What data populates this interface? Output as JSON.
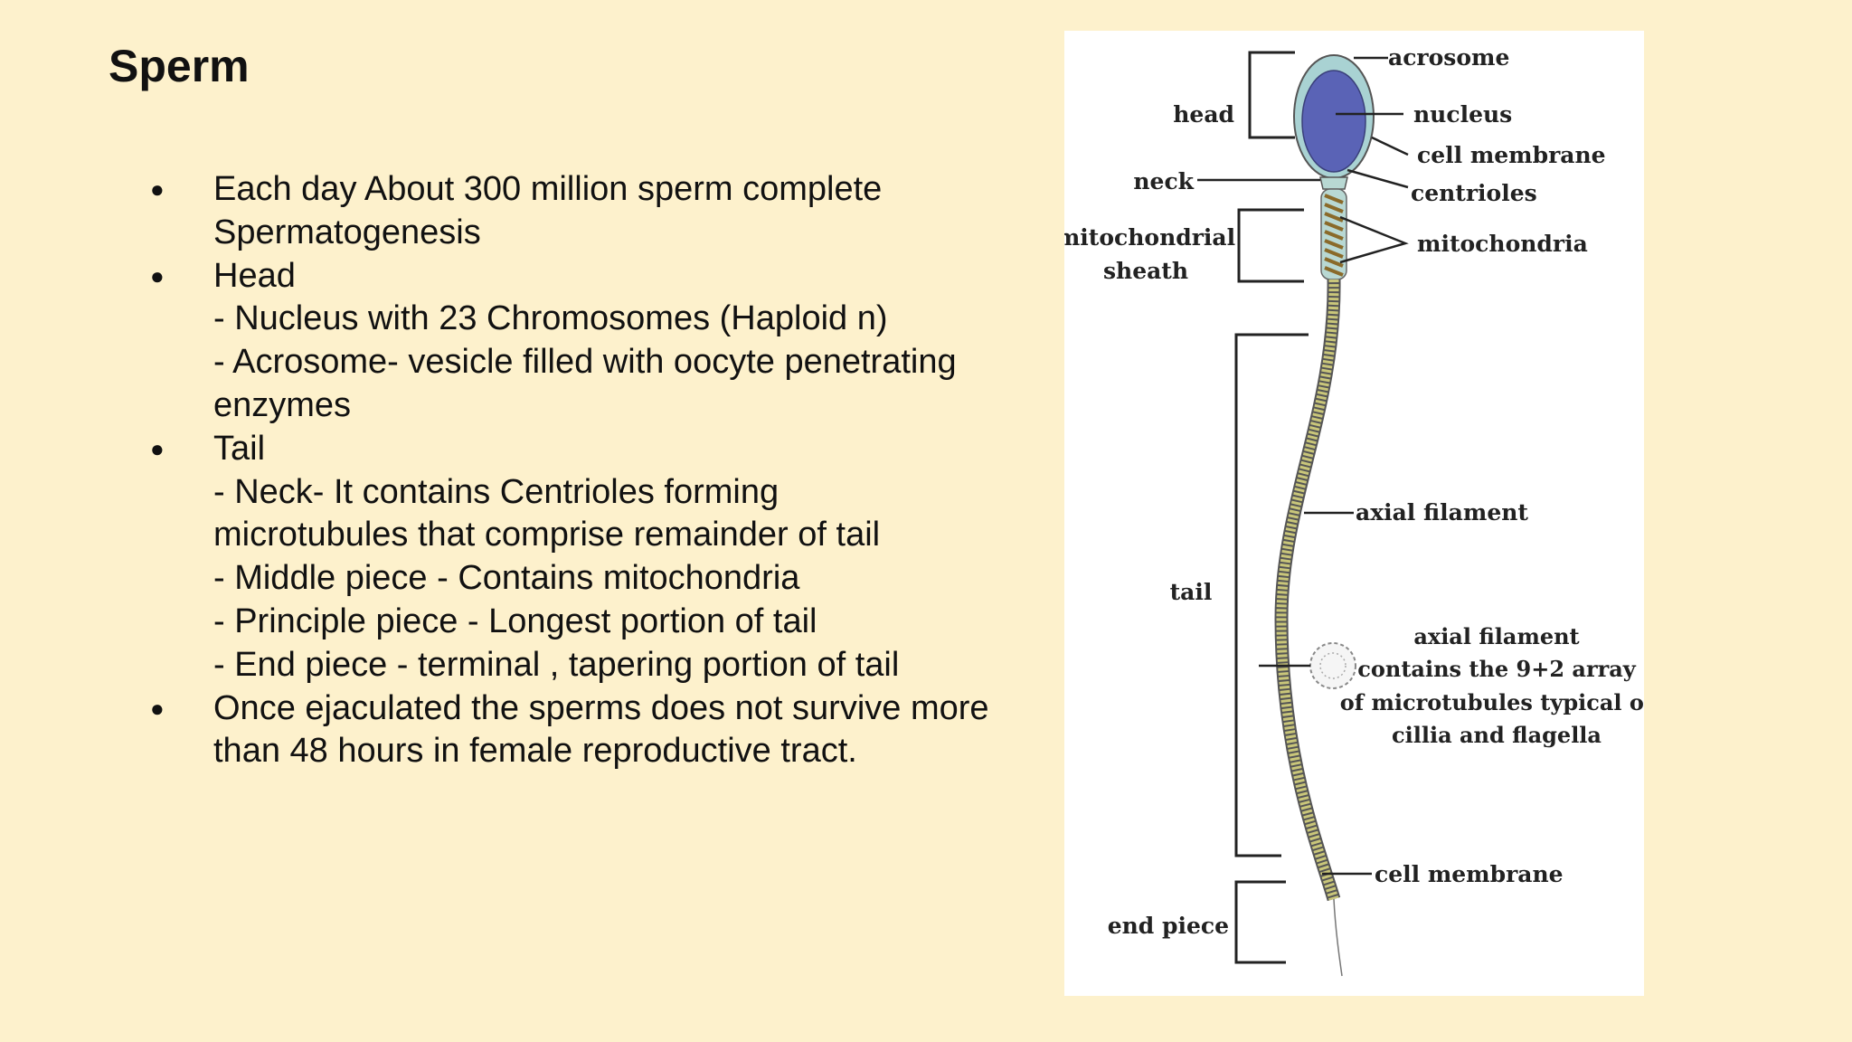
{
  "slide": {
    "title": "Sperm",
    "bullets": [
      {
        "lines": [
          "Each day About 300 million sperm complete",
          "Spermatogenesis"
        ]
      },
      {
        "lines": [
          "Head",
          "- Nucleus with 23 Chromosomes (Haploid n)",
          "- Acrosome- vesicle filled with oocyte penetrating",
          "enzymes"
        ]
      },
      {
        "lines": [
          "Tail",
          "- Neck- It contains Centrioles forming",
          "microtubules that comprise remainder of tail",
          "- Middle piece - Contains mitochondria",
          "- Principle piece - Longest portion of tail",
          "- End piece - terminal , tapering portion of tail"
        ]
      },
      {
        "lines": [
          "Once ejaculated the sperms does not survive more",
          "than 48 hours in female reproductive tract."
        ]
      }
    ]
  },
  "diagram": {
    "labels": {
      "acrosome": "acrosome",
      "head": "head",
      "nucleus": "nucleus",
      "cell_membrane_top": "cell membrane",
      "neck": "neck",
      "centrioles": "centrioles",
      "mitochondrial_1": "mitochondrial",
      "mitochondrial_2": "sheath",
      "mitochondria": "mitochondria",
      "axial_filament": "axial filament",
      "tail": "tail",
      "cross_1": "axial filament",
      "cross_2": "contains the 9+2 array",
      "cross_3": "of microtubules typical of",
      "cross_4": "cillia and flagella",
      "cell_membrane_bottom": "cell membrane",
      "end_piece": "end piece"
    },
    "colors": {
      "nucleus": "#5a63b6",
      "head_outline": "#9ec8c8",
      "mitochondria": "#8a6a2a",
      "tail": "#c9c67a"
    }
  }
}
